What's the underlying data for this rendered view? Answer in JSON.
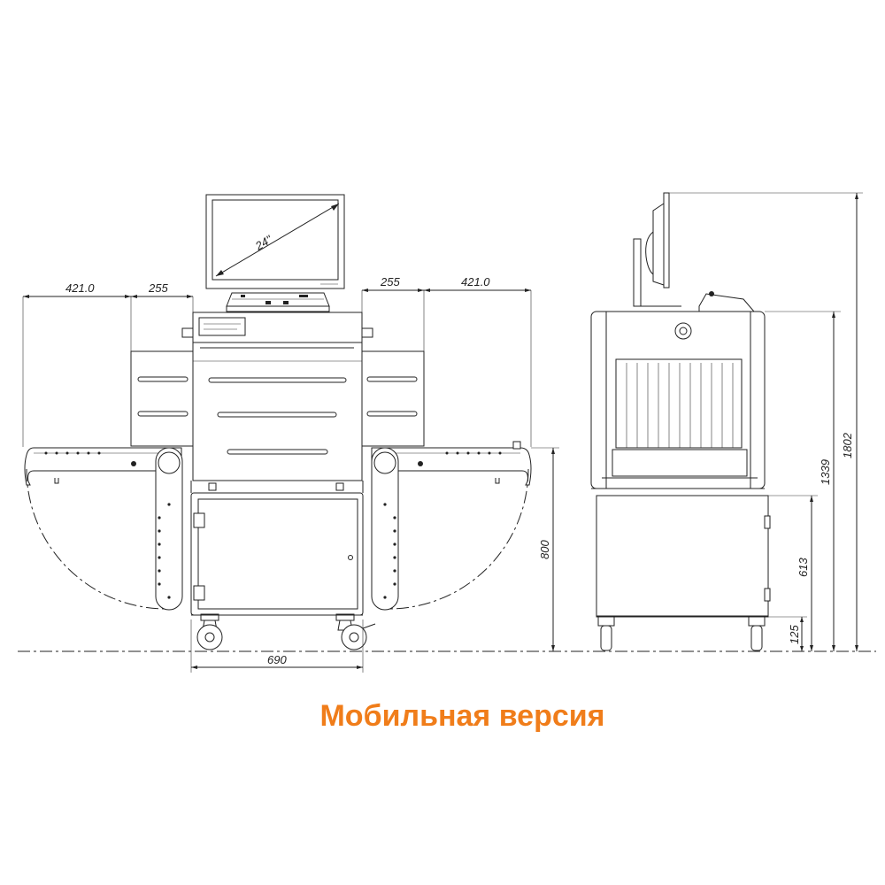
{
  "caption": "Мобильная версия",
  "caption_color": "#F07D1A",
  "front_view": {
    "monitor_label": "24\"",
    "dim_left_outer": "421.0",
    "dim_left_inner": "255",
    "dim_right_inner": "255",
    "dim_right_outer": "421.0",
    "dim_height": "800",
    "dim_width": "690"
  },
  "side_view": {
    "dim_total_height": "1802",
    "dim_body_height": "1339",
    "dim_cart_height": "613",
    "dim_wheel_height": "125"
  }
}
